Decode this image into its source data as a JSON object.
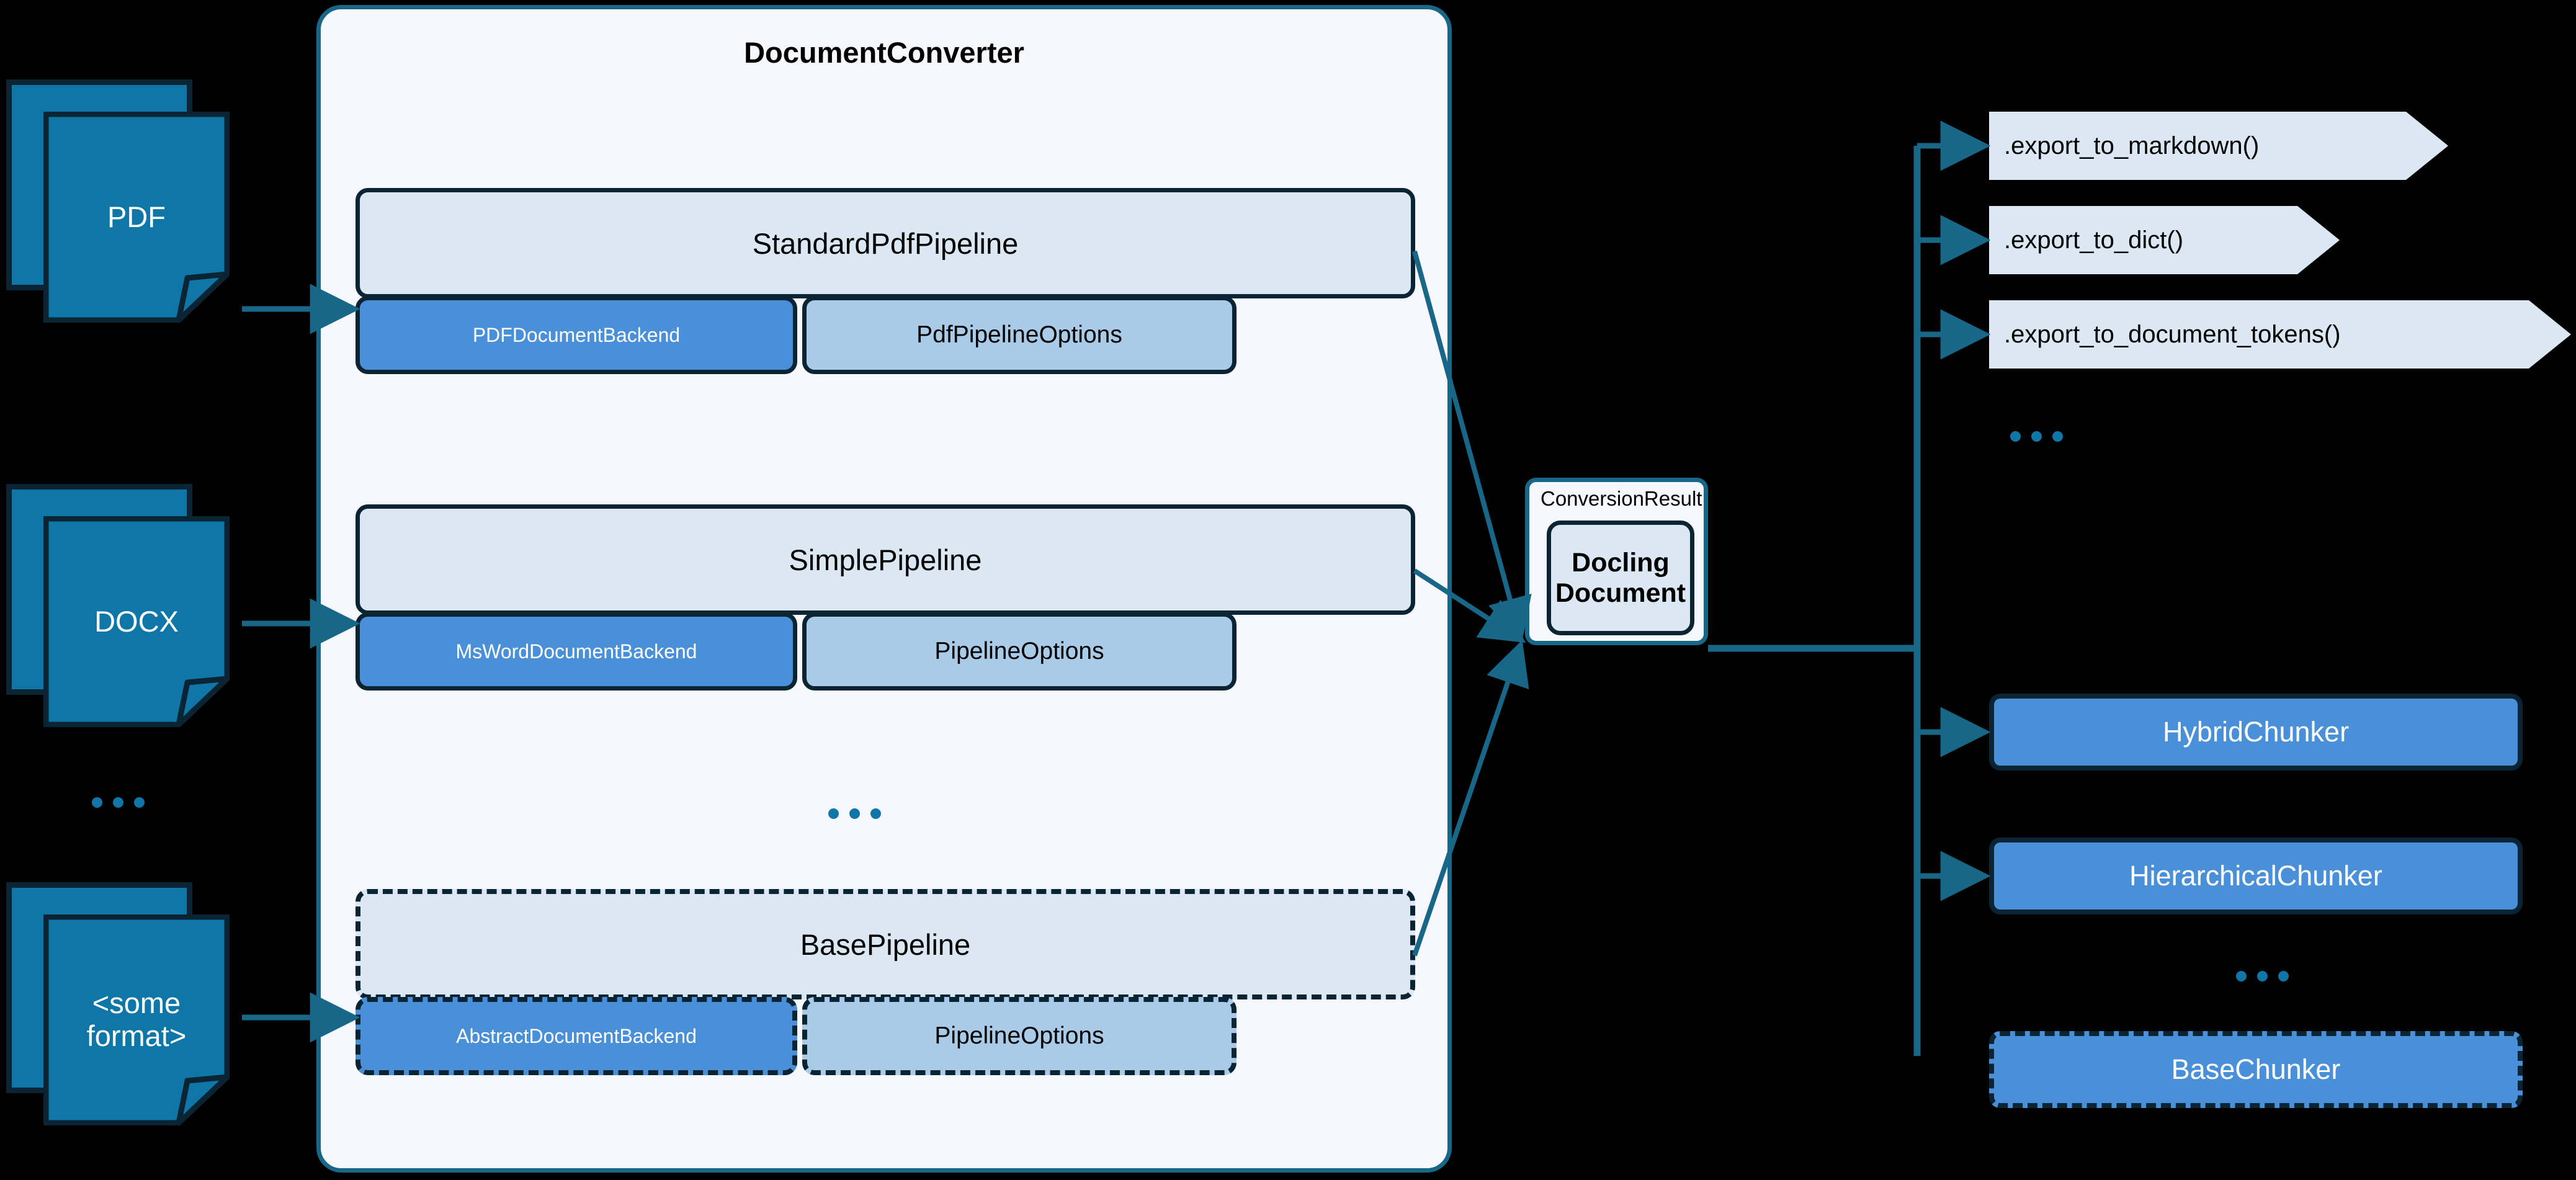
{
  "converter": {
    "title": "DocumentConverter",
    "ellipsis": "...",
    "pipelines": [
      {
        "name": "StandardPdfPipeline",
        "backend": "PDFDocumentBackend",
        "options": "PdfPipelineOptions",
        "style": "solid"
      },
      {
        "name": "SimplePipeline",
        "backend": "MsWordDocumentBackend",
        "options": "PipelineOptions",
        "style": "solid"
      },
      {
        "name": "BasePipeline",
        "backend": "AbstractDocumentBackend",
        "options": "PipelineOptions",
        "style": "dashed"
      }
    ]
  },
  "inputs": [
    {
      "label": "PDF"
    },
    {
      "label": "DOCX"
    },
    {
      "label": "<some\nformat>",
      "line1": "<some",
      "line2": "format>"
    }
  ],
  "inputs_ellipsis": "...",
  "conversion_result": {
    "label": "ConversionResult",
    "document_line1": "Docling",
    "document_line2": "Document"
  },
  "exports": [
    {
      "label": ".export_to_markdown()"
    },
    {
      "label": ".export_to_dict()"
    },
    {
      "label": ".export_to_document_tokens()"
    }
  ],
  "exports_ellipsis": "...",
  "chunkers": [
    {
      "label": "HybridChunker",
      "style": "solid"
    },
    {
      "label": "HierarchicalChunker",
      "style": "solid"
    },
    {
      "label": "BaseChunker",
      "style": "dashed"
    }
  ],
  "chunkers_ellipsis": "...",
  "colors": {
    "background": "#000000",
    "doc_fill": "#0f76a8",
    "doc_stroke": "#0b2433",
    "container_fill": "#f6f8fd",
    "container_stroke": "#186788",
    "pipeline_head_fill": "#dce7f4",
    "backend_fill": "#4a90d9",
    "options_fill": "#a9cbe8",
    "connector": "#186788",
    "dot": "#0f76a8"
  }
}
